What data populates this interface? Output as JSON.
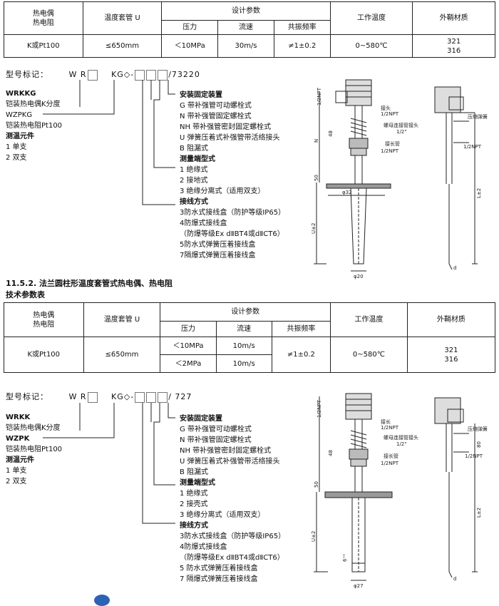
{
  "table1": {
    "h_type": "热电偶\n热电阻",
    "h_sleeve": "温度套管 U",
    "h_design": "设计参数",
    "h_work_temp": "工作温度",
    "h_material": "外鞘材质",
    "h_pressure": "压力",
    "h_flow": "流速",
    "h_resonance": "共振频率",
    "type_val": "K或Pt100",
    "sleeve_val": "≤650mm",
    "pressure_val": "＜10MPa",
    "flow_val": "30m/s",
    "resonance_val": "≠1±0.2",
    "temp_val": "0~580℃",
    "material_val": "321\n316"
  },
  "model1": {
    "label": "型号标记：",
    "prefix": "W R",
    "mid": "KG◇-",
    "suffix": "/73220",
    "left_lines": [
      "WRKKG",
      "铠装热电偶K分度",
      "WZPKG",
      "铠装热电阻Pt100",
      "测温元件",
      "1 单支",
      "2 双支"
    ],
    "install_title": "安装固定装置",
    "install_items": [
      "G  带补强管可动螺栓式",
      "N  带补强管固定螺栓式",
      "NH  带补强管密封固定螺栓式",
      "U  弹簧压着式补强管带活络接头",
      "B  阻漏式"
    ],
    "end_title": "测量端型式",
    "end_items": [
      "1  绝缘式",
      "2  接地式",
      "3  绝缘分离式（适用双支）"
    ],
    "wiring_title": "接线方式",
    "wiring_items": [
      "3防水式接线盒（防护等级IP65）",
      "4防爆式接线盒",
      "（防爆等级Ex dⅡBT4或dⅡCT6）",
      "5防水式弹簧压着接线盒",
      "7隔爆式弹簧压着接线盒"
    ]
  },
  "drawing1": {
    "labels": [
      "1/2NPT",
      "N",
      "48",
      "50",
      "φ32",
      "U±2",
      "φ20",
      "接头",
      "1/2NPT",
      "螺母连接管接头",
      "1/2\"",
      "接长管",
      "1/2NPT",
      "压缩弹簧",
      "1/2NPT",
      "L±2",
      "d"
    ]
  },
  "section": {
    "title": "11.5.2. 法兰圆柱形温度套管式热电偶、热电阻",
    "subtitle": "技术参数表"
  },
  "table2": {
    "h_type": "热电偶\n热电阻",
    "h_sleeve": "温度套管 U",
    "h_design": "设计参数",
    "h_work_temp": "工作温度",
    "h_material": "外鞘材质",
    "h_pressure": "压力",
    "h_flow": "流速",
    "h_resonance": "共振频率",
    "type_val": "K或Pt100",
    "sleeve_val": "≤650mm",
    "pressure_val1": "＜10MPa",
    "flow_val1": "10m/s",
    "pressure_val2": "＜2MPa",
    "flow_val2": "10m/s",
    "resonance_val": "≠1±0.2",
    "temp_val": "0~580℃",
    "material_val": "321\n316"
  },
  "model2": {
    "label": "型号标记：",
    "prefix": "W R",
    "mid": "KG◇-",
    "suffix": "/ 727",
    "left_lines": [
      "WRKK",
      "铠装热电偶K分度",
      "WZPK",
      "铠装热电阻Pt100",
      "测温元件",
      "1 单支",
      "2 双支"
    ],
    "install_title": "安装固定装置",
    "install_items": [
      "G  带补强管可动螺栓式",
      "N  带补强管固定螺栓式",
      "NH  带补强管密封固定螺栓式",
      "U  弹簧压着式补强管带活络接头",
      "B  阻漏式"
    ],
    "end_title": "测量端型式",
    "end_items": [
      "1  绝缘式",
      "2  接壳式",
      "3  绝缘分离式（适用双支）"
    ],
    "wiring_title": "接线方式",
    "wiring_items": [
      "3防水式接线盒（防护等级IP65）",
      "4防爆式接线盒",
      "（防爆等级Ex dⅡBT4或dⅡCT6）",
      "5 防水式弹簧压着接线盒",
      "7 隔爆式弹簧压着接线盒"
    ]
  },
  "drawing2": {
    "labels": [
      "1/2NPT",
      "48",
      "50",
      "U±2",
      "6⁺¹",
      "φ27",
      "接长",
      "1/2NPT",
      "螺母连接管接头",
      "1/2\"",
      "接长管",
      "1/2NPT",
      "压缩弹簧",
      "1/2NPT",
      "80",
      "L±2",
      "d"
    ]
  }
}
